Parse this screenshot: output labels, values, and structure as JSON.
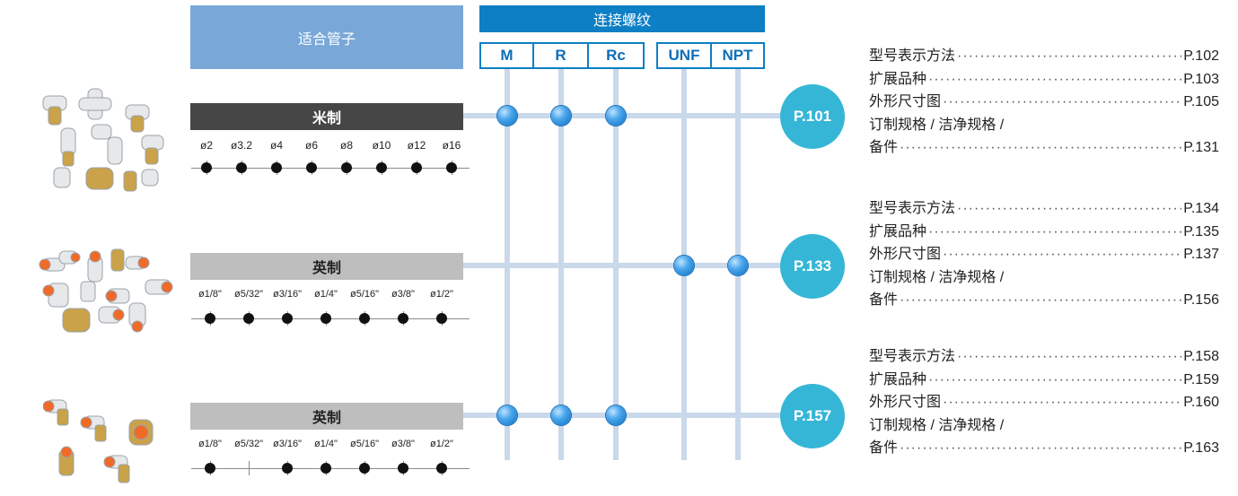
{
  "headers": {
    "tube": "适合管子",
    "thread": "连接螺纹",
    "thread_types": [
      "M",
      "R",
      "Rc",
      "UNF",
      "NPT"
    ]
  },
  "sections": [
    {
      "unit": "米制",
      "sizes": [
        "ø2",
        "ø3.2",
        "ø4",
        "ø6",
        "ø8",
        "ø10",
        "ø12",
        "ø16"
      ],
      "page": "P.101",
      "threads": [
        "M",
        "R",
        "Rc"
      ],
      "toc": [
        {
          "label": "型号表示方法",
          "page": "P.102"
        },
        {
          "label": "扩展品种",
          "page": "P.103"
        },
        {
          "label": "外形尺寸图",
          "page": "P.105"
        },
        {
          "label": "订制规格 / 洁净规格 /",
          "page": ""
        },
        {
          "label": "备件 ",
          "page": "P.131"
        }
      ]
    },
    {
      "unit": "英制",
      "sizes": [
        "ø1/8\"",
        "ø5/32\"",
        "ø3/16\"",
        "ø1/4\"",
        "ø5/16\"",
        "ø3/8\"",
        "ø1/2\""
      ],
      "page": "P.133",
      "threads": [
        "UNF",
        "NPT"
      ],
      "toc": [
        {
          "label": "型号表示方法",
          "page": "P.134"
        },
        {
          "label": "扩展品种",
          "page": "P.135"
        },
        {
          "label": "外形尺寸图",
          "page": "P.137"
        },
        {
          "label": "订制规格 / 洁净规格 /",
          "page": ""
        },
        {
          "label": "备件 ",
          "page": "P.156"
        }
      ]
    },
    {
      "unit": "英制",
      "sizes": [
        "ø1/8\"",
        "ø5/32\"",
        "ø3/16\"",
        "ø1/4\"",
        "ø5/16\"",
        "ø3/8\"",
        "ø1/2\""
      ],
      "page": "P.157",
      "threads": [
        "M",
        "R",
        "Rc"
      ],
      "toc": [
        {
          "label": "型号表示方法",
          "page": "P.158"
        },
        {
          "label": "扩展品种",
          "page": "P.159"
        },
        {
          "label": "外形尺寸图",
          "page": "P.160"
        },
        {
          "label": "订制规格 / 洁净规格 /",
          "page": ""
        },
        {
          "label": "备件 ",
          "page": "P.163"
        }
      ]
    }
  ],
  "colors": {
    "header_light": "#79a8d8",
    "header_dark": "#0d7fc4",
    "page_circle": "#36b6d6",
    "grid_line": "#c9d8ea",
    "metric_bar": "#464646",
    "inch_bar": "#bebebe",
    "fitting_white": "#e6e8ea",
    "fitting_brass": "#c9a24a",
    "fitting_orange": "#f06a28"
  }
}
